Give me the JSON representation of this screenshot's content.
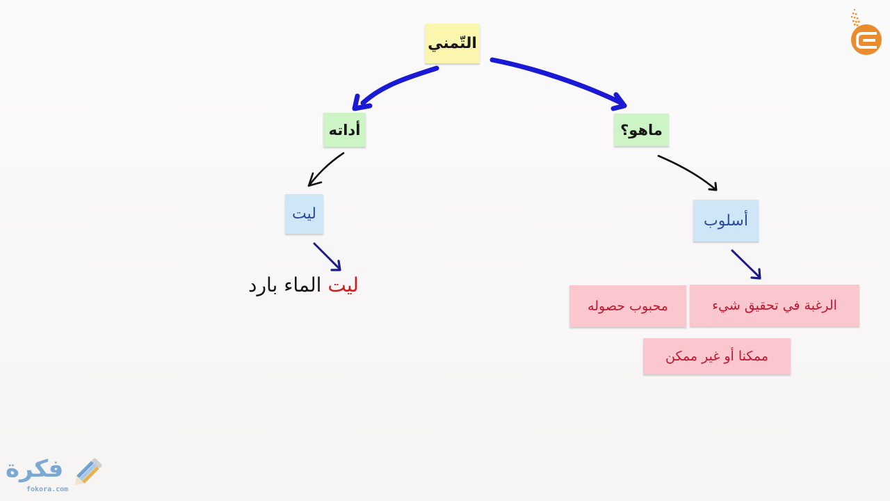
{
  "diagram": {
    "title": "التّمني",
    "branches": {
      "left": {
        "label": "أداته",
        "child": "ليت",
        "example": {
          "highlight": "ليت",
          "rest": "الماء بارد"
        }
      },
      "right": {
        "label": "ماهو؟",
        "child": "أسلوب",
        "definition": [
          "الرغبة في تحقيق شيء",
          "محبوب حصوله",
          "ممكنا أو غير ممكن"
        ]
      }
    }
  },
  "colors": {
    "title_note": "#fbf6ae",
    "branch_note": "#ccf4c4",
    "child_note": "#cfe6f7",
    "definition_note": "#fbc7cf",
    "highlight_text": "#d11a1a",
    "primary_arrow": "#1a1ad6",
    "secondary_arrow": "#111111",
    "tertiary_arrow": "#1c1c8a"
  },
  "branding": {
    "top_right_logo": "orange-circle-logo",
    "bottom_left_logo_text": "فكرة",
    "bottom_left_logo_domain": "fokora.com"
  }
}
